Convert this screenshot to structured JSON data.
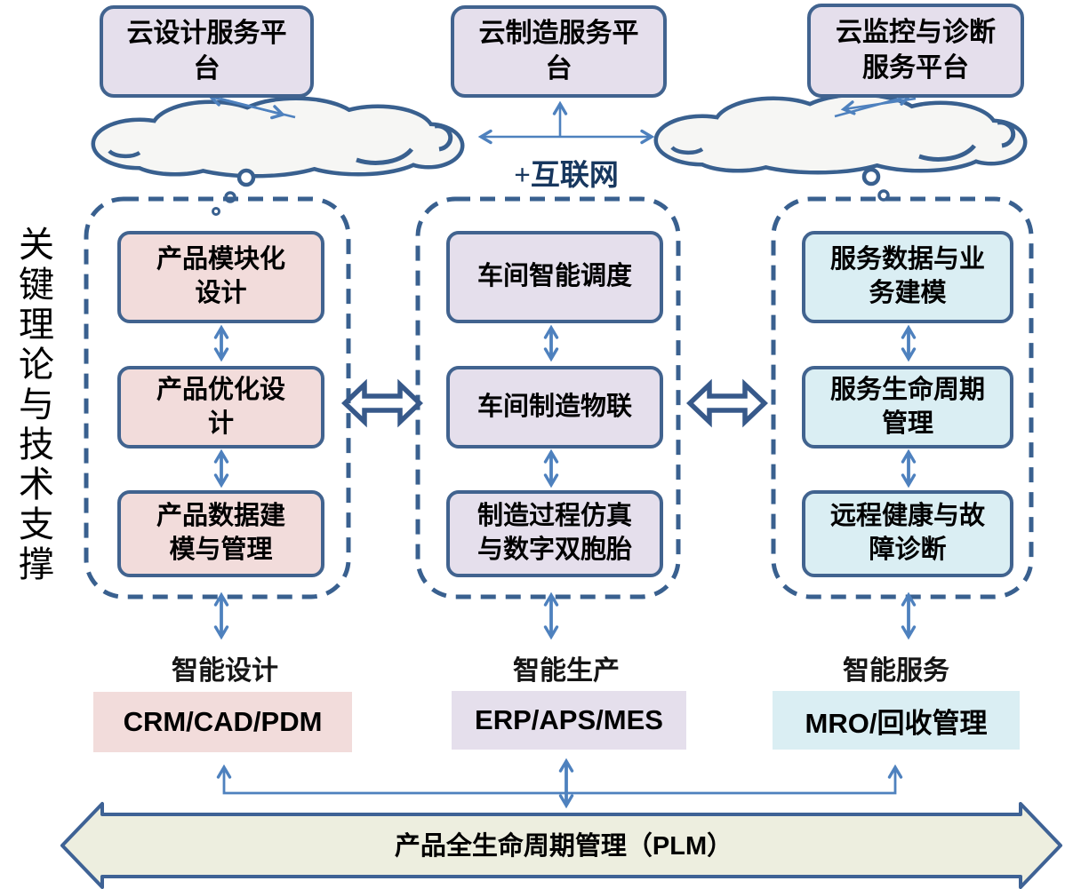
{
  "top_platforms": [
    {
      "label": "云设计服务平\n台"
    },
    {
      "label": "云制造服务平\n台"
    },
    {
      "label": "云监控与诊断\n服务平台"
    }
  ],
  "internet_label": "+互联网",
  "side_caption": "关键理论与技术支撑",
  "columns": [
    {
      "caption": "智能设计",
      "system": "CRM/CAD/PDM",
      "boxes": [
        "产品模块化\n设计",
        "产品优化设\n计",
        "产品数据建\n模与管理"
      ]
    },
    {
      "caption": "智能生产",
      "system": "ERP/APS/MES",
      "boxes": [
        "车间智能调度",
        "车间制造物联",
        "制造过程仿真\n与数字双胞胎"
      ]
    },
    {
      "caption": "智能服务",
      "system": "MRO/回收管理",
      "boxes": [
        "服务数据与业\n务建模",
        "服务生命周期\n管理",
        "远程健康与故\n障诊断"
      ]
    }
  ],
  "plm_banner": "产品全生命周期管理（PLM）",
  "colors": {
    "lavender_fill": "#E5DFEC",
    "pink_fill": "#F2DCDB",
    "lightblue_fill": "#DAEEF3",
    "box_border": "#41638F",
    "dashed_border": "#39608F",
    "arrow_blue": "#4E81BE",
    "cloud_outline": "#39608F",
    "plm_fill": "#EDEEDF",
    "plm_border": "#3E6295",
    "internet_text": "#17375E"
  }
}
